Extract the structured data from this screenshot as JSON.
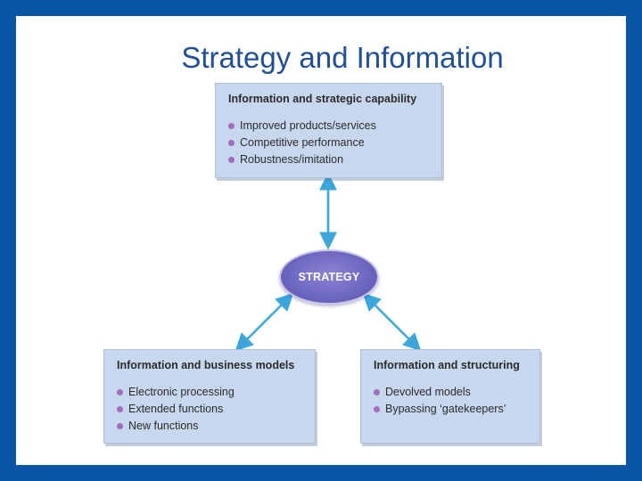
{
  "slide": {
    "title": "Strategy and Information"
  },
  "diagram": {
    "center_label": "STRATEGY",
    "boxes": {
      "top": {
        "title": "Information and strategic capability",
        "items": [
          "Improved products/services",
          "Competitive performance",
          "Robustness/imitation"
        ]
      },
      "left": {
        "title": "Information and business models",
        "items": [
          "Electronic processing",
          "Extended functions",
          "New functions"
        ]
      },
      "right": {
        "title": "Information and structuring",
        "items": [
          "Devolved models",
          "Bypassing ‘gatekeepers’"
        ]
      }
    },
    "colors": {
      "frame": "#0b55a5",
      "title": "#1f4f9a",
      "box_fill": "#c7d8ee",
      "bullet": "#a46cbc",
      "ellipse": "#6d66c0",
      "arrow": "#3aa6dc"
    }
  }
}
